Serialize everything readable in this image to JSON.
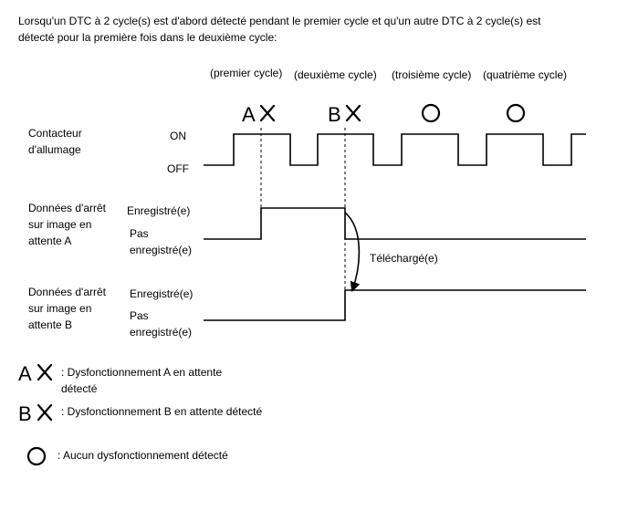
{
  "intro": {
    "line1": "Lorsqu'un DTC à 2 cycle(s) est d'abord détecté pendant le premier cycle et qu'un autre DTC à 2 cycle(s) est",
    "line2": "détecté pour la première fois dans le deuxième cycle:"
  },
  "cycles": [
    {
      "label": "(premier cycle)",
      "marker": "A",
      "symbol": "cross"
    },
    {
      "label": "(deuxième cycle)",
      "marker": "B",
      "symbol": "cross"
    },
    {
      "label": "(troisième cycle)",
      "marker": "",
      "symbol": "circle"
    },
    {
      "label": "(quatrième cycle)",
      "marker": "",
      "symbol": "circle"
    }
  ],
  "signals": {
    "ignition": {
      "name1": "Contacteur",
      "name2": "d'allumage",
      "on": "ON",
      "off": "OFF"
    },
    "freeze_a": {
      "name1": "Données d'arrêt",
      "name2": "sur image en",
      "name3": "attente A",
      "stored": "Enregistré(e)",
      "not_stored1": "Pas",
      "not_stored2": "enregistré(e)"
    },
    "freeze_b": {
      "name1": "Données d'arrêt",
      "name2": "sur image en",
      "name3": "attente B",
      "stored": "Enregistré(e)",
      "not_stored1": "Pas",
      "not_stored2": "enregistré(e)"
    }
  },
  "transfer_label": "Téléchargé(e)",
  "legend": {
    "a_prefix": "A",
    "a_text1": ": Dysfonctionnement A en attente",
    "a_text2": "détecté",
    "b_prefix": "B",
    "b_text": ": Dysfonctionnement B en attente détecté",
    "circle_text": ": Aucun dysfonctionnement détecté"
  }
}
